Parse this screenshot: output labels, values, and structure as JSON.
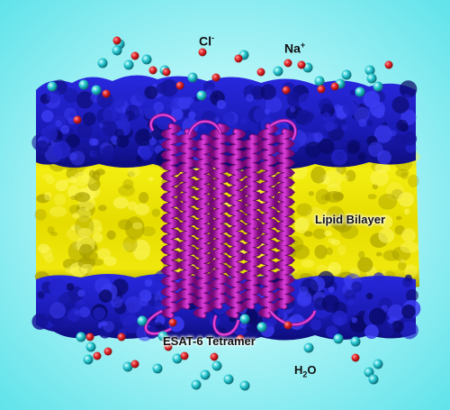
{
  "labels": {
    "chloride": "Cl",
    "chloride_charge": "-",
    "sodium": "Na",
    "sodium_charge": "+",
    "bilayer": "Lipid Bilayer",
    "protein": "ESAT-6 Tetramer",
    "water_h": "H",
    "water_sub": "2",
    "water_o": "O"
  },
  "colors": {
    "background": "#7ee8ee",
    "headgroups": "#1f1fc8",
    "tails": "#e8e000",
    "protein": "#c020c0",
    "chloride_ion": "#e0262a",
    "sodium_ion": "#24c8d0"
  }
}
